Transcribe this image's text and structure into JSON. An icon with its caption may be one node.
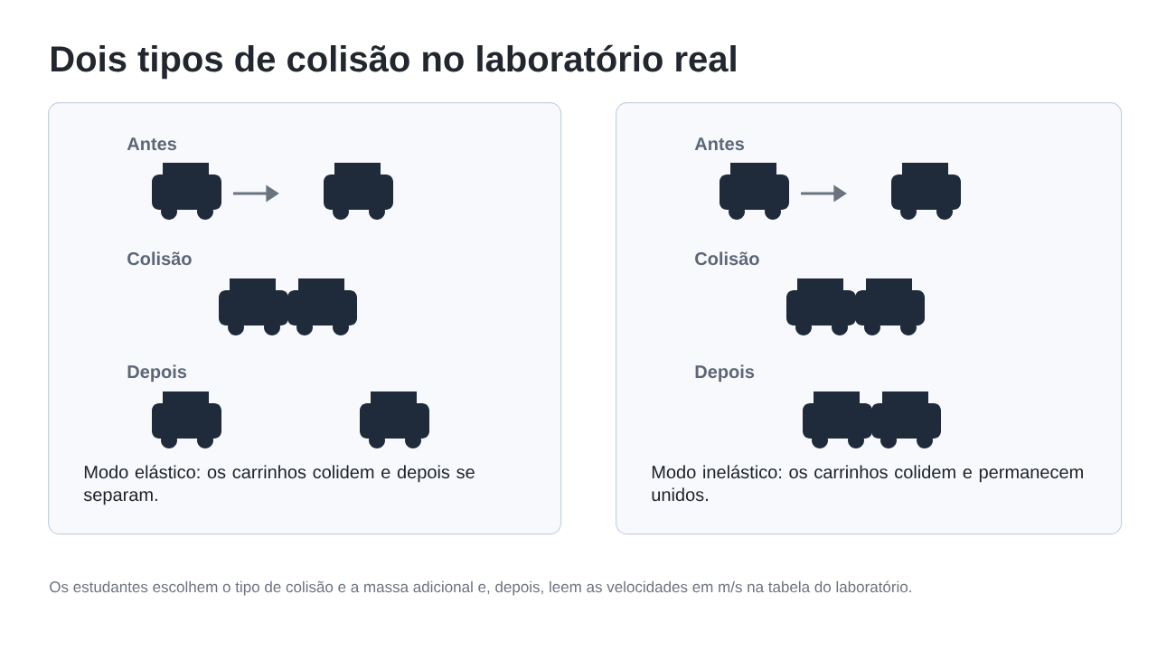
{
  "diagram": {
    "title": "Dois tipos de colisão no laboratório real",
    "caption": "Os estudantes escolhem o tipo de colisão e a massa adicional e, depois, leem as velocidades em m/s na tabela do laboratório.",
    "nodes": [
      {
        "text": [
          "Antes",
          "Colisão",
          "Depois",
          "Modo elástico: os carrinhos colidem e depois se separam."
        ]
      },
      {
        "text": [
          "Antes",
          "Colisão",
          "Depois",
          "Modo inelástico: os carrinhos colidem e permanecem unidos."
        ]
      }
    ]
  }
}
